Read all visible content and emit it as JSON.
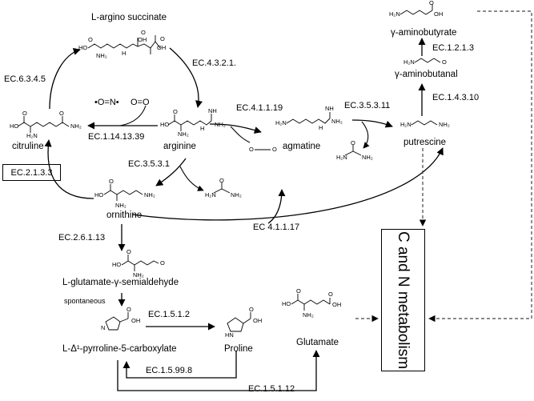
{
  "compounds": {
    "argino_succinate": "L-argino succinate",
    "citruline": "citruline",
    "arginine": "arginine",
    "agmatine": "agmatine",
    "putrescine": "putrescine",
    "ornithine": "ornithine",
    "gaba_ald": "γ-aminobutanal",
    "gaba": "γ-aminobutyrate",
    "glu_semialdehyde": "L-glutamate-γ-semialdehyde",
    "p5c": "L-Δ¹-pyrroline-5-carboxylate",
    "proline": "Proline",
    "glutamate": "Glutamate",
    "no_fragment": "•O=N•",
    "o2_fragment": "O=O"
  },
  "enzymes": {
    "ec6345": "EC.6.3.4.5",
    "ec4321": "EC.4.3.2.1.",
    "ec1141339": "EC.1.14.13.39",
    "ec4111_19": "EC.4.1.1.19",
    "ec35311": "EC.3.5.3.11",
    "ec1213": "EC.1.2.1.3",
    "ec14310": "EC.1.4.3.10",
    "ec2133": "EC.2.1.3.3",
    "ec3531": "EC.3.5.3.1",
    "ec4111_17": "EC 4.1.1.17",
    "ec26113": "EC.2.6.1.13",
    "ec1512": "EC.1.5.1.2",
    "ec15998": "EC.1.5.99.8",
    "ec15112": "EC.1.5.1.12"
  },
  "notes": {
    "spontaneous": "spontaneous",
    "metabolism": "C and N metabolism"
  },
  "atoms": {
    "H2N": "H₂N",
    "NH2": "NH₂",
    "NH": "NH",
    "HN": "HN",
    "H": "H",
    "O": "O",
    "OH": "OH",
    "HO": "HO",
    "N": "N",
    "NH2sub": "NH₂"
  }
}
